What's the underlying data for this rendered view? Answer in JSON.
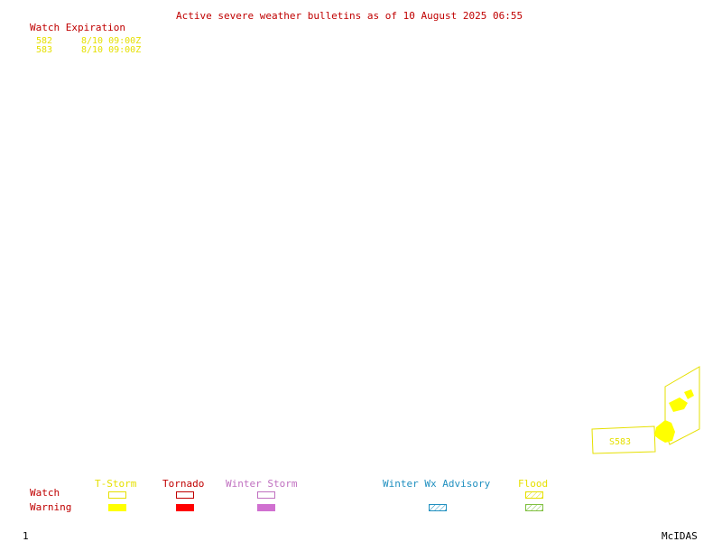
{
  "header": {
    "title": "Active severe weather bulletins as of 10 August 2025 06:55",
    "watch_expiration_label": "Watch Expiration"
  },
  "watches": [
    {
      "number": "582",
      "expires": "8/10 09:00Z"
    },
    {
      "number": "583",
      "expires": "8/10 09:00Z"
    }
  ],
  "map": {
    "watch_box_label": "S583",
    "colors": {
      "tstorm": "#ffff00",
      "tornado": "#ff0000",
      "winter_storm": "#d070d0",
      "winter_adv": "#2090c0",
      "flood": "#80c040"
    }
  },
  "legend": {
    "row_labels": {
      "watch": "Watch",
      "warning": "Warning"
    },
    "categories": {
      "tstorm": "T-Storm",
      "tornado": "Tornado",
      "winter_storm": "Winter Storm",
      "winter_adv": "Winter Wx Advisory",
      "flood": "Flood"
    }
  },
  "footer": {
    "page_number": "1",
    "brand": "McIDAS"
  }
}
